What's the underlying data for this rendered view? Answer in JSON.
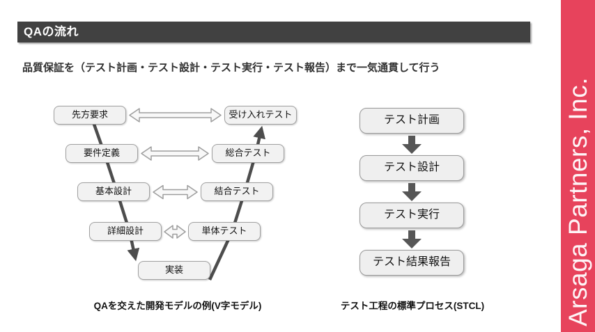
{
  "header": {
    "title": "QAの流れ",
    "bar_color": "#414141",
    "text_color": "#ffffff"
  },
  "subtitle": "品質保証を（テスト計画・テスト設計・テスト実行・テスト報告）まで一気通貫して行う",
  "vmodel": {
    "caption": "QAを交えた開発モデルの例(V字モデル)",
    "left_boxes": [
      "先方要求",
      "要件定義",
      "基本設計",
      "詳細設計"
    ],
    "right_boxes": [
      "受け入れテスト",
      "総合テスト",
      "結合テスト",
      "単体テスト"
    ],
    "bottom_box": "実装"
  },
  "stcl": {
    "caption": "テスト工程の標準プロセス(STCL)",
    "steps": [
      "テスト計画",
      "テスト設計",
      "テスト実行",
      "テスト結果報告"
    ]
  },
  "brand": {
    "text": "Arsaga Partners, Inc.",
    "bar_color": "#e7435c",
    "text_color": "#ffffff"
  },
  "colors": {
    "box_fill": "#f2f2f2",
    "box_border": "#a0a0a0",
    "v_line": "#4d4d4d",
    "block_arrow": "#565656",
    "double_arrow_fill": "#f8f8f8",
    "double_arrow_stroke": "#9d9d9d"
  }
}
